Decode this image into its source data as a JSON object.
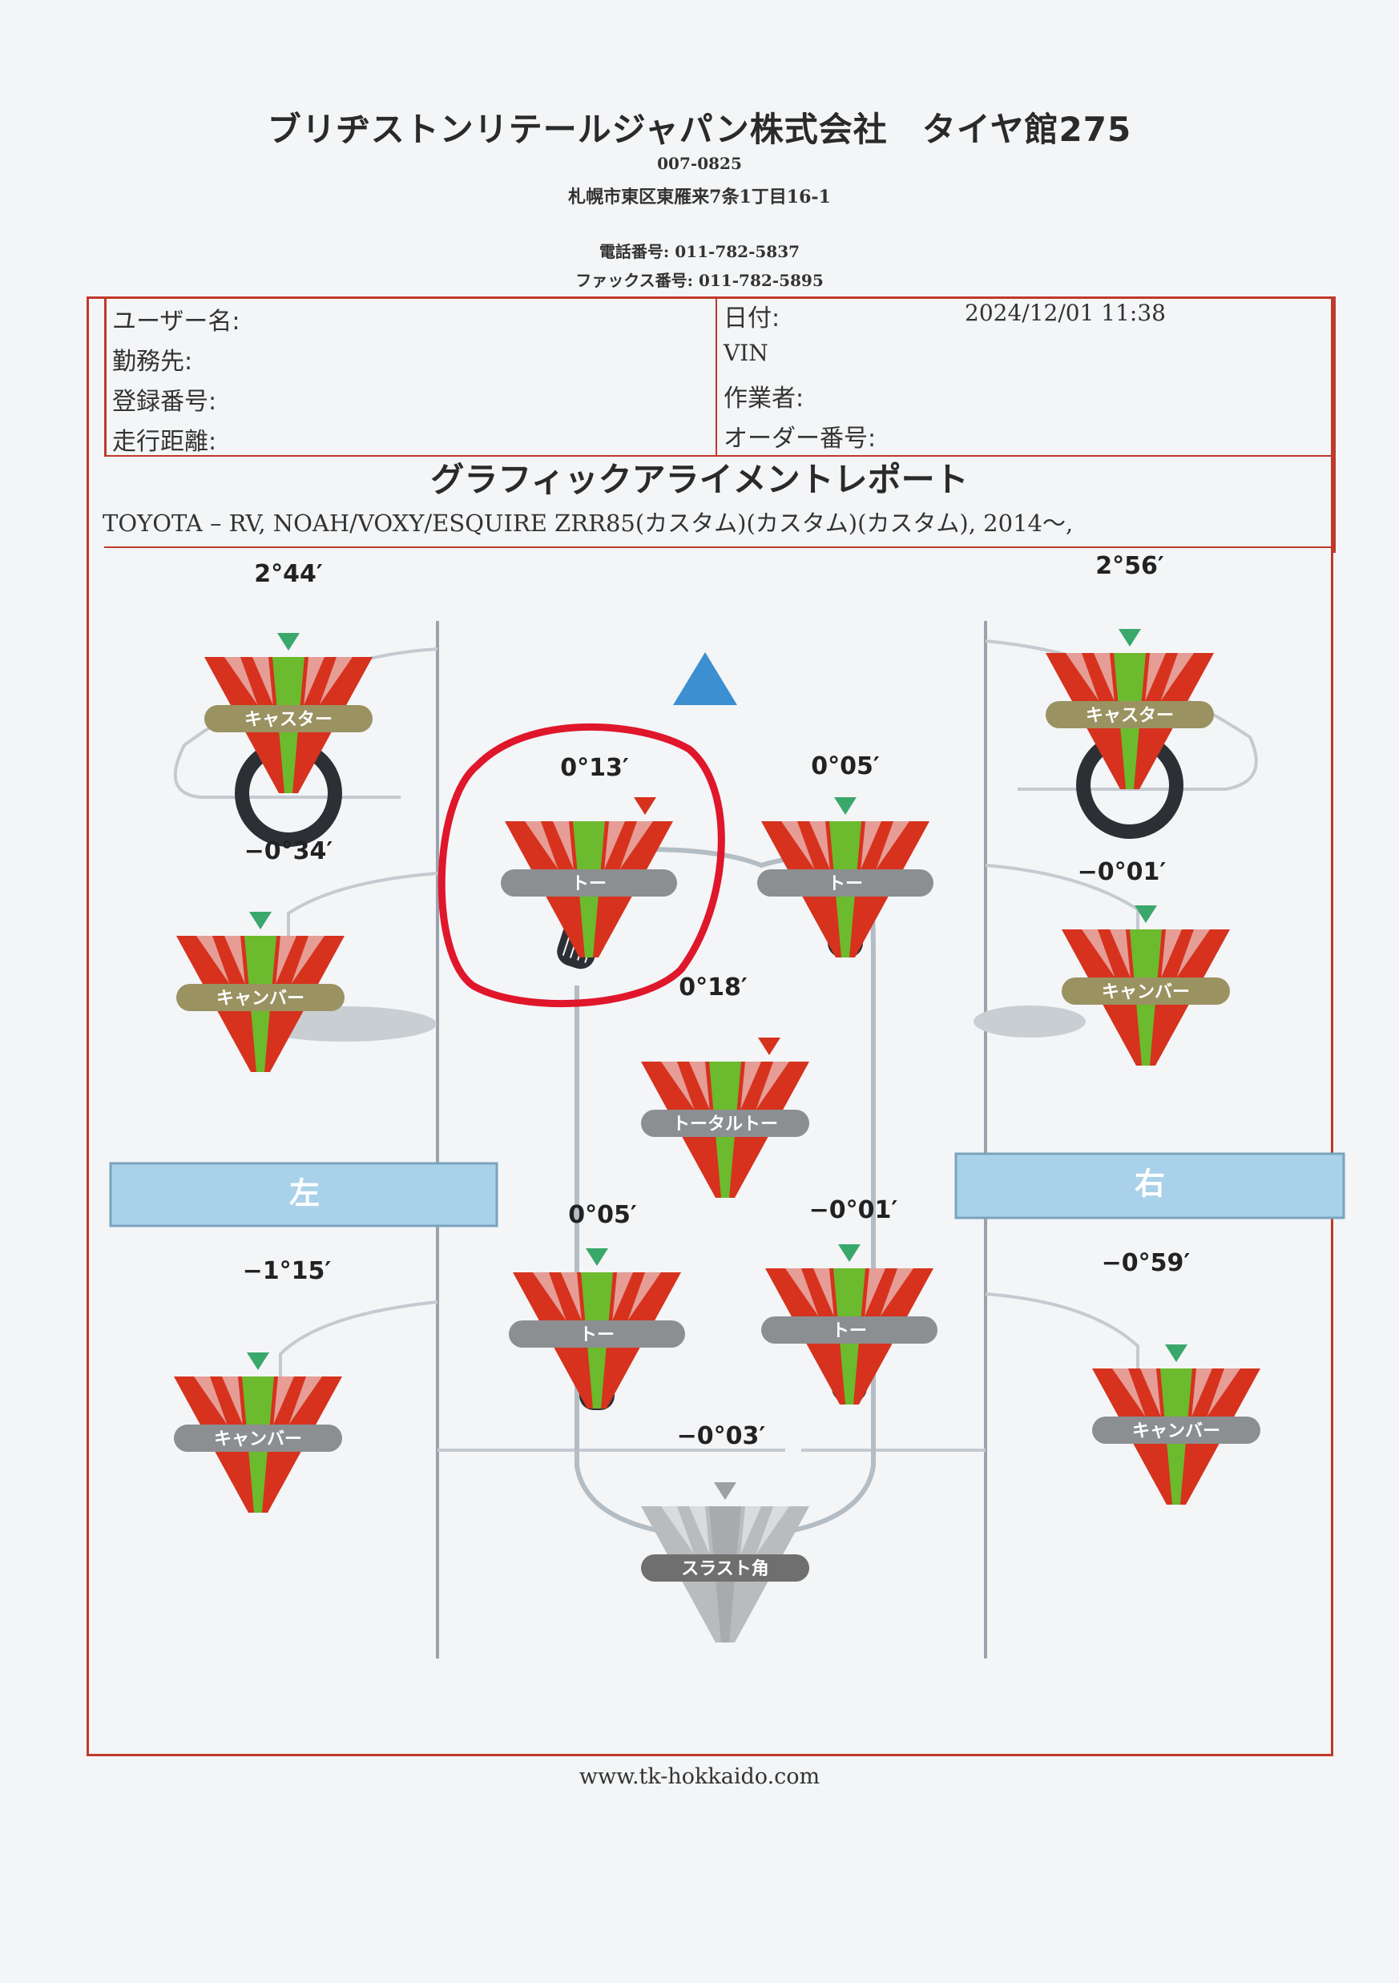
{
  "header": {
    "company": "ブリヂストンリテールジャパン株式会社　タイヤ館275",
    "postal_code": "007-0825",
    "address": "札幌市東区東雁来7条1丁目16-1",
    "phone": "電話番号: 011-782-5837",
    "fax": "ファックス番号: 011-782-5895"
  },
  "info": {
    "user_name_label": "ユーザー名:",
    "workplace_label": "勤務先:",
    "registration_label": "登録番号:",
    "mileage_label": "走行距離:",
    "date_label": "日付:",
    "date_value": "2024/12/01 11:38",
    "vin_label": "VIN",
    "worker_label": "作業者:",
    "order_label": "オーダー番号:"
  },
  "report": {
    "title": "グラフィックアライメントレポート",
    "vehicle": "TOYOTA – RV, NOAH/VOXY/ESQUIRE   ZRR85(カスタム)(カスタム)(カスタム), 2014～,"
  },
  "sides": {
    "left": "左",
    "right": "右"
  },
  "gauges": {
    "front_left_caster": {
      "label": "キャスター",
      "value": "2°44′"
    },
    "front_right_caster": {
      "label": "キャスター",
      "value": "2°56′"
    },
    "front_left_camber": {
      "label": "キャンバー",
      "value": "−0°34′"
    },
    "front_right_camber": {
      "label": "キャンバー",
      "value": "−0°01′"
    },
    "front_left_toe": {
      "label": "トー",
      "value": "0°13′"
    },
    "front_right_toe": {
      "label": "トー",
      "value": "0°05′"
    },
    "total_toe": {
      "label": "トータルトー",
      "value": "0°18′"
    },
    "rear_left_toe": {
      "label": "トー",
      "value": "0°05′"
    },
    "rear_right_toe": {
      "label": "トー",
      "value": "−0°01′"
    },
    "rear_left_camber": {
      "label": "キャンバー",
      "value": "−1°15′"
    },
    "rear_right_camber": {
      "label": "キャンバー",
      "value": "−0°59′"
    },
    "thrust_angle": {
      "label": "スラスト角",
      "value": "−0°03′"
    }
  },
  "footer": {
    "url": "www.tk-hokkaido.com"
  },
  "colors": {
    "red": "#d6321e",
    "green": "#6cba2d",
    "marker": "#3aa86b",
    "arrow": "#3c8fd0",
    "band": "#a9d1ea",
    "annotation": "#e0162b"
  }
}
